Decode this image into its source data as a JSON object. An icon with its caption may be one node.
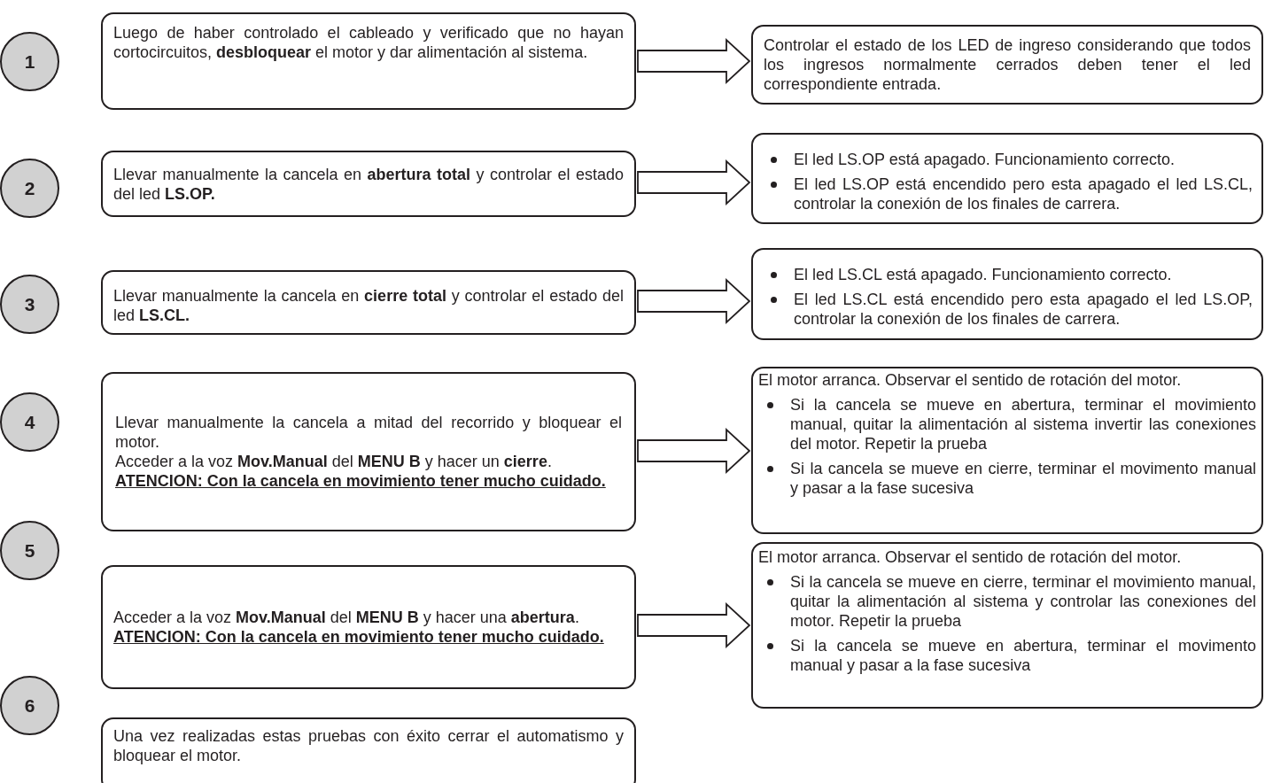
{
  "diagram": {
    "nodes": [
      {
        "text": [
          "1"
        ]
      },
      {
        "text": [
          "Luego de haber controlado el cableado y verificado que no hayan cortocircuitos, **desbloquear** el motor y dar alimentación al sistema."
        ]
      },
      {
        "text": [
          "Controlar el estado de los LED de ingreso considerando que todos los ingresos normalmente cerrados deben tener el led correspondiente entrada."
        ]
      },
      {
        "text": [
          "2"
        ]
      },
      {
        "text": [
          "Llevar manualmente la cancela en **abertura total** y controlar el estado del led **LS.OP.**"
        ]
      },
      {
        "text": [
          "El led LS.OP está apagado. Funcionamiento correcto.",
          "El led LS.OP está encendido pero esta apagado el led LS.CL, controlar la conexión de los finales de carrera."
        ]
      },
      {
        "text": [
          "3"
        ]
      },
      {
        "text": [
          "Llevar manualmente la cancela en **cierre total** y controlar el estado del led **LS.CL.**"
        ]
      },
      {
        "text": [
          "El led LS.CL está apagado. Funcionamiento correcto.",
          "El led LS.CL está encendido pero esta apagado el led LS.OP, controlar la conexión de los finales de carrera."
        ]
      },
      {
        "text": [
          "4"
        ]
      },
      {
        "text": [
          "Llevar manualmente la cancela a mitad del recorrido y bloquear el motor.",
          "Acceder a la voz **Mov.Manual** del **MENU B** y hacer un **cierre**.",
          "ATENCION: Con la cancela en movimiento tener mucho cuidado."
        ]
      },
      {
        "text": [
          "El motor arranca. Observar el sentido de rotación del motor.",
          "Si la cancela se mueve en abertura, terminar el movimiento manual, quitar la alimentación al sistema invertir las conexiones del motor. Repetir la prueba",
          "Si la cancela se mueve en cierre, terminar el movimento manual y pasar a la fase sucesiva"
        ]
      },
      {
        "text": [
          "5"
        ]
      },
      {
        "text": [
          "Acceder a la voz **Mov.Manual** del **MENU B** y hacer una **abertura**.",
          "ATENCION: Con la cancela en movimiento tener mucho cuidado."
        ]
      },
      {
        "text": [
          "El motor arranca. Observar el sentido de rotación del motor.",
          "Si la cancela se mueve en cierre, terminar el movimiento manual, quitar la alimentación al sistema y controlar las conexiones del motor. Repetir la prueba",
          "Si la cancela se mueve en abertura, terminar el movimento manual y pasar a la fase sucesiva"
        ]
      },
      {
        "text": [
          "6"
        ]
      },
      {
        "text": [
          "Una vez realizadas estas pruebas con éxito cerrar el automatismo y bloquear el motor."
        ]
      }
    ],
    "edges": [
      {
        "from": 1,
        "to": 2,
        "arrow": "to"
      },
      {
        "from": 4,
        "to": 5,
        "arrow": "to"
      },
      {
        "from": 7,
        "to": 8,
        "arrow": "to"
      },
      {
        "from": 10,
        "to": 11,
        "arrow": "to"
      },
      {
        "from": 13,
        "to": 14,
        "arrow": "to"
      }
    ]
  }
}
